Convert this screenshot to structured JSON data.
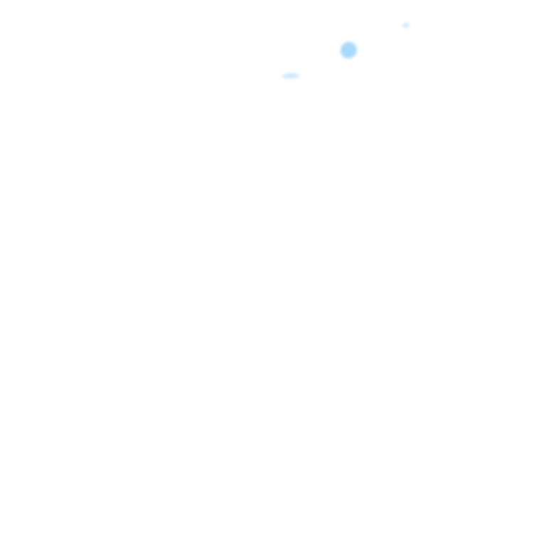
{
  "canvas": {
    "background": "#ffffff"
  },
  "marks": [
    {
      "name": "blue-blob-large",
      "color": "#a8d8fb"
    },
    {
      "name": "blue-blob-small",
      "color": "#cfe9fd"
    },
    {
      "name": "blue-blob-streak",
      "color": "#cbe6fb"
    }
  ]
}
